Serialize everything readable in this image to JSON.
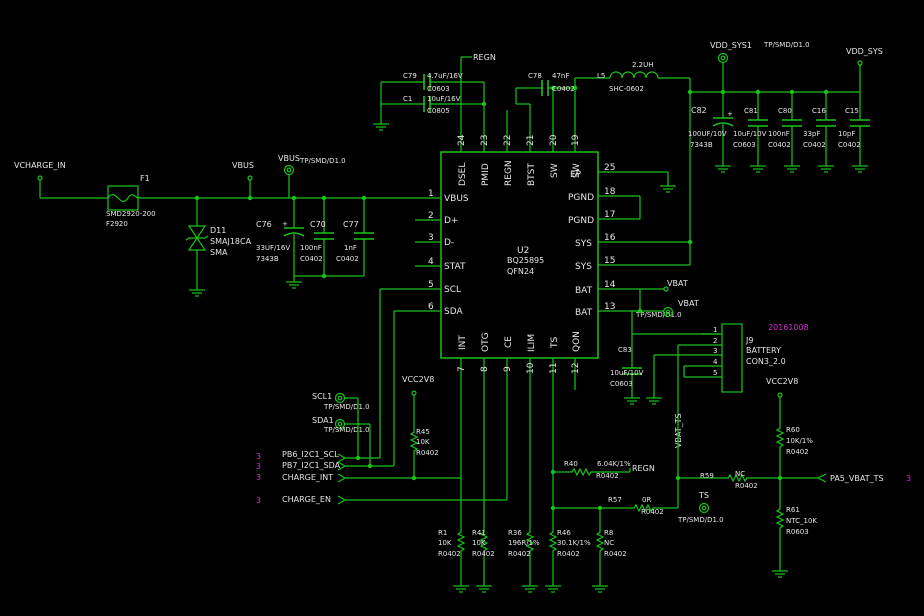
{
  "ic": {
    "ref": "U2",
    "part": "BQ25895",
    "package": "QFN24",
    "pins_left": [
      {
        "num": "1",
        "name": "VBUS"
      },
      {
        "num": "2",
        "name": "D+"
      },
      {
        "num": "3",
        "name": "D-"
      },
      {
        "num": "4",
        "name": "STAT"
      },
      {
        "num": "5",
        "name": "SCL"
      },
      {
        "num": "6",
        "name": "SDA"
      }
    ],
    "pins_right": [
      {
        "num": "25",
        "name": "EP"
      },
      {
        "num": "18",
        "name": "PGND"
      },
      {
        "num": "17",
        "name": "PGND"
      },
      {
        "num": "16",
        "name": "SYS"
      },
      {
        "num": "15",
        "name": "SYS"
      },
      {
        "num": "14",
        "name": "BAT"
      },
      {
        "num": "13",
        "name": "BAT"
      }
    ],
    "pins_top": [
      {
        "num": "24",
        "name": "DSEL"
      },
      {
        "num": "23",
        "name": "PMID"
      },
      {
        "num": "22",
        "name": "REGN"
      },
      {
        "num": "21",
        "name": "BTST"
      },
      {
        "num": "20",
        "name": "SW"
      },
      {
        "num": "19",
        "name": "SW"
      }
    ],
    "pins_bottom": [
      {
        "num": "7",
        "name": "INT"
      },
      {
        "num": "8",
        "name": "OTG"
      },
      {
        "num": "9",
        "name": "CE"
      },
      {
        "num": "10",
        "name": "ILIM"
      },
      {
        "num": "11",
        "name": "TS"
      },
      {
        "num": "12",
        "name": "QON"
      }
    ]
  },
  "nets": {
    "vcharge_in": "VCHARGE_IN",
    "vbus": "VBUS",
    "vbus_tp": "VBUS",
    "vbus_tp_pkg": "TP/SMD/D1.0",
    "regn_top": "REGN",
    "regn_mid": "REGN",
    "vdd_sys1": "VDD_SYS1",
    "vdd_sys1_pkg": "TP/SMD/D1.0",
    "vdd_sys": "VDD_SYS",
    "vbat_net": "VBAT",
    "vbat_tp": "VBAT",
    "vbat_tp_pkg": "TP/SMD/D1.0",
    "vcc2v8_a": "VCC2V8",
    "vcc2v8_b": "VCC2V8",
    "vbat_ts": "VBAT_TS",
    "ts_tp": "TS",
    "ts_tp_pkg": "TP/SMD/D1.0",
    "scl1": "SCL1",
    "scl1_pkg": "TP/SMD/D1.0",
    "sda1": "SDA1",
    "sda1_pkg": "TP/SMD/D1.0"
  },
  "offpage": [
    {
      "sheet": "3",
      "label": "PB6_I2C1_SCL"
    },
    {
      "sheet": "3",
      "label": "PB7_I2C1_SDA"
    },
    {
      "sheet": "3",
      "label": "CHARGE_INT"
    },
    {
      "sheet": "3",
      "label": "CHARGE_EN"
    }
  ],
  "offpage_right": {
    "sheet": "3",
    "label": "PA5_VBAT_TS"
  },
  "fuse": {
    "ref": "F1",
    "value": "SMD2920-200",
    "package": "F2920"
  },
  "diode": {
    "ref": "D11",
    "value": "SMAJ18CA",
    "package": "SMA"
  },
  "inductor": {
    "ref": "L5",
    "value": "2.2UH",
    "package": "SHC-0602"
  },
  "caps": {
    "c79": {
      "ref": "C79",
      "value": "4.7uF/16V",
      "package": "C0603"
    },
    "c1": {
      "ref": "C1",
      "value": "10uF/16V",
      "package": "C0805"
    },
    "c78": {
      "ref": "C78",
      "value": "47nF",
      "package": "C0402"
    },
    "c76": {
      "ref": "C76",
      "value": "33UF/16V",
      "package": "7343B"
    },
    "c70": {
      "ref": "C70",
      "value": "100nF",
      "package": "C0402"
    },
    "c77": {
      "ref": "C77",
      "value": "1nF",
      "package": "C0402"
    },
    "c82": {
      "ref": "C82",
      "value": "100UF/10V",
      "package": "7343B"
    },
    "c81": {
      "ref": "C81",
      "value": "10uF/10V",
      "package": "C0603"
    },
    "c80": {
      "ref": "C80",
      "value": "100nF",
      "package": "C0402"
    },
    "c16": {
      "ref": "C16",
      "value": "33pF",
      "package": "C0402"
    },
    "c15": {
      "ref": "C15",
      "value": "10pF",
      "package": "C0402"
    },
    "c83": {
      "ref": "C83",
      "value": "10uF/10V",
      "package": "C0603"
    }
  },
  "resistors": {
    "r45": {
      "ref": "R45",
      "value": "10K",
      "package": "R0402"
    },
    "r1": {
      "ref": "R1",
      "value": "10K",
      "package": "R0402"
    },
    "r41": {
      "ref": "R41",
      "value": "10K",
      "package": "R0402"
    },
    "r36": {
      "ref": "R36",
      "value": "196R/1%",
      "package": "R0402"
    },
    "r46": {
      "ref": "R46",
      "value": "30.1K/1%",
      "package": "R0402"
    },
    "r8": {
      "ref": "R8",
      "value": "NC",
      "package": "R0402"
    },
    "r40": {
      "ref": "R40",
      "value": "6.04K/1%",
      "package": "R0402"
    },
    "r57": {
      "ref": "R57",
      "value": "0R",
      "package": "R0402"
    },
    "r59": {
      "ref": "R59",
      "value": "NC",
      "package": "R0402"
    },
    "r60": {
      "ref": "R60",
      "value": "10K/1%",
      "package": "R0402"
    },
    "r61": {
      "ref": "R61",
      "value": "NTC_10K",
      "package": "R0603"
    }
  },
  "connector": {
    "ref": "J9",
    "value": "BATTERY",
    "package": "CON3_2.0",
    "pins": [
      "1",
      "2",
      "3",
      "4",
      "5"
    ],
    "date": "20161008"
  }
}
